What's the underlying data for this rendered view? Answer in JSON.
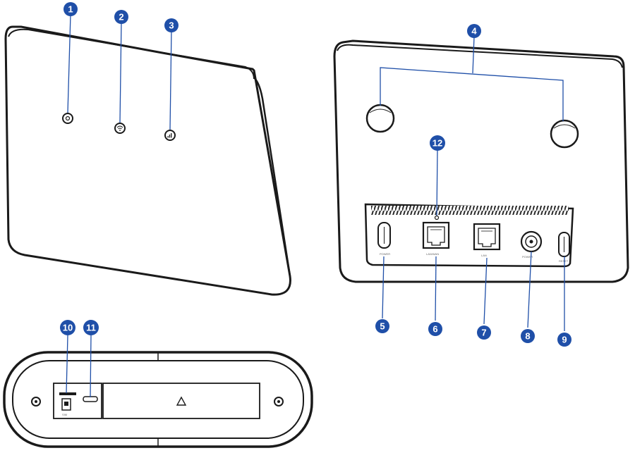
{
  "colors": {
    "callout": "#1f4fa8",
    "outline": "#1a1a1a",
    "fill": "#ffffff",
    "vent": "#2a2a2a"
  },
  "callouts": {
    "c1": "1",
    "c2": "2",
    "c3": "3",
    "c4": "4",
    "c5": "5",
    "c6": "6",
    "c7": "7",
    "c8": "8",
    "c9": "9",
    "c10": "10",
    "c11": "11",
    "c12": "12"
  },
  "icons": {
    "power": "power-indicator-icon",
    "wifi": "wifi-indicator-icon",
    "signal": "signal-indicator-icon"
  }
}
